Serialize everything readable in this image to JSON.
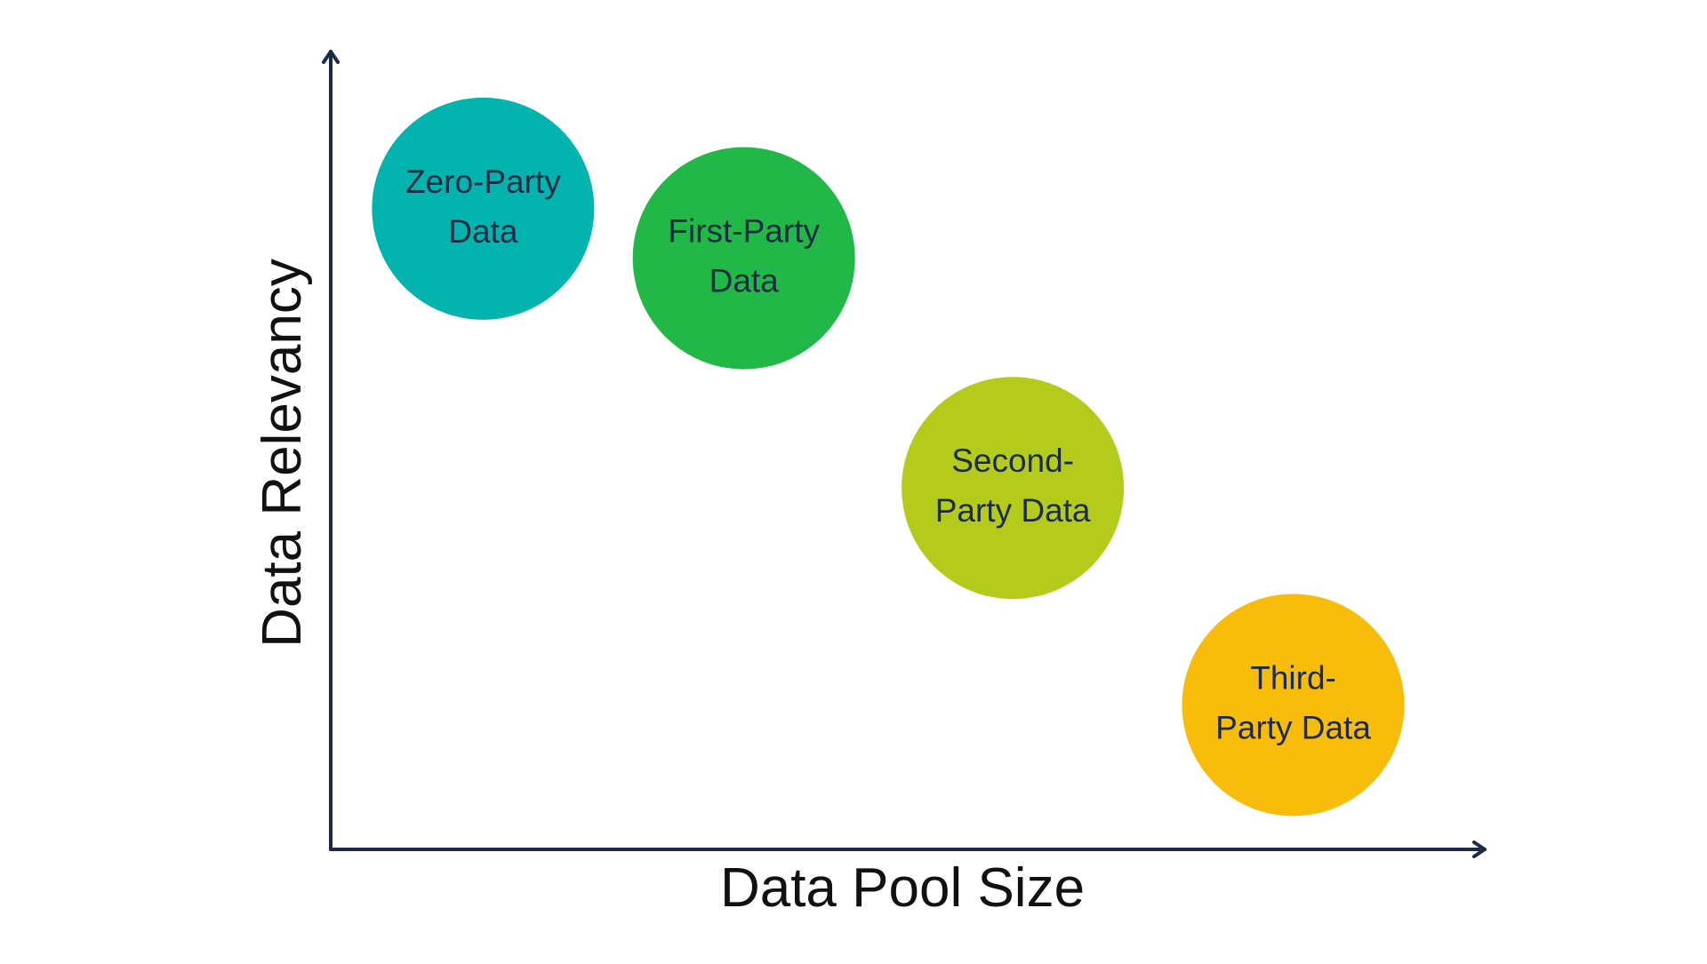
{
  "chart_data": {
    "type": "scatter",
    "xlabel": "Data Pool Size",
    "ylabel": "Data Relevancy",
    "grid": false,
    "ticks": false,
    "xlim": [
      0,
      1
    ],
    "ylim": [
      0,
      1
    ],
    "series": [
      {
        "points": [
          {
            "label_lines": [
              "Zero-Party",
              "Data"
            ],
            "x": 0.132,
            "y": 0.803,
            "color": "#03b4ae"
          },
          {
            "label_lines": [
              "First-Party",
              "Data"
            ],
            "x": 0.358,
            "y": 0.741,
            "color": "#21b847"
          },
          {
            "label_lines": [
              "Second-",
              "Party Data"
            ],
            "x": 0.591,
            "y": 0.453,
            "color": "#b5cb1b"
          },
          {
            "label_lines": [
              "Third-",
              "Party Data"
            ],
            "x": 0.834,
            "y": 0.181,
            "color": "#f8bc0b"
          }
        ]
      }
    ]
  },
  "colors": {
    "axis": "#1c2b45",
    "label_text": "#1c2b45",
    "axis_title": "#111111"
  }
}
